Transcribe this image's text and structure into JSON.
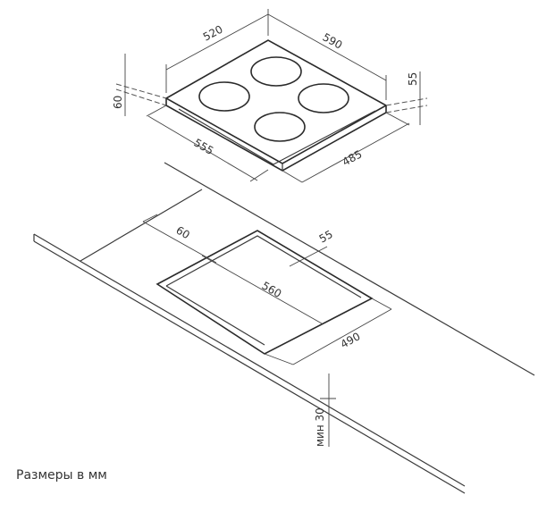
{
  "hob": {
    "width_label": "520",
    "depth_label": "590",
    "height_label": "60",
    "right_height_label": "55",
    "front_label": "555",
    "side_label": "485"
  },
  "cutout": {
    "offset_left_label": "60",
    "offset_back_label": "55",
    "width_label": "560",
    "depth_label": "490",
    "min_thickness_label": "мин 30"
  },
  "caption": "Размеры в мм",
  "colors": {
    "line": "#3a3a3a",
    "text": "#333333"
  }
}
